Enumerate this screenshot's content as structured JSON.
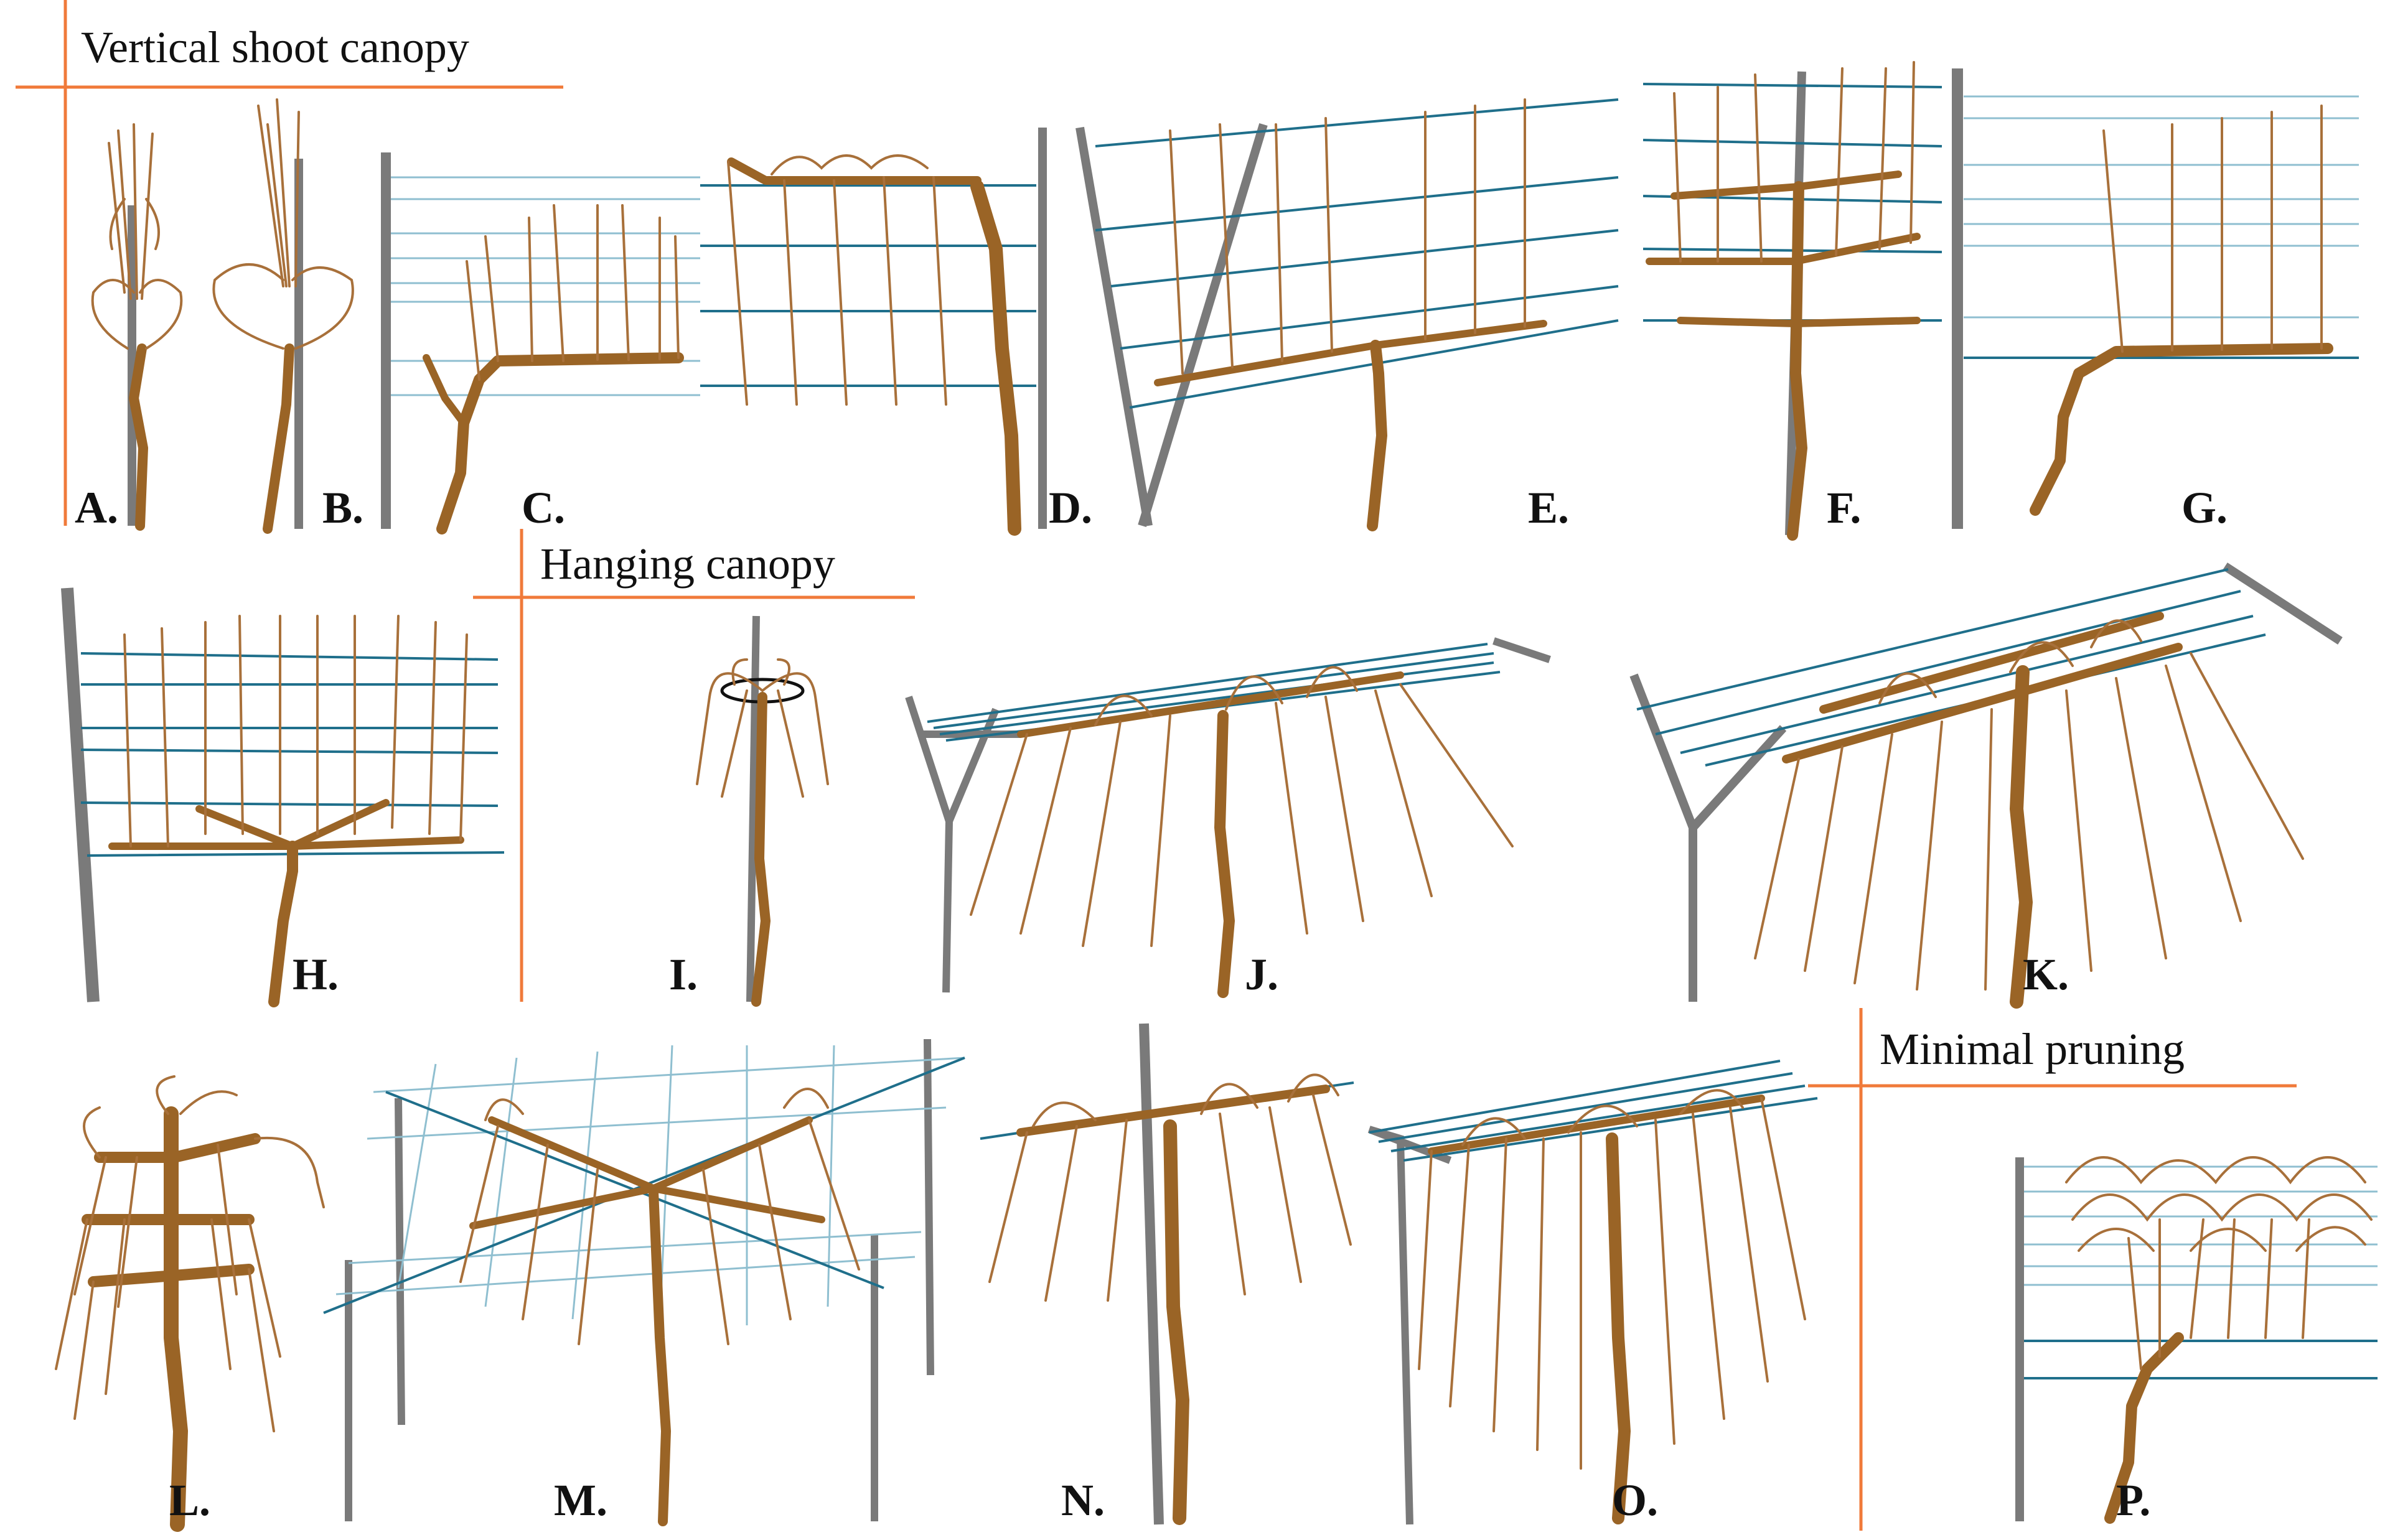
{
  "sections": {
    "vertical": "Vertical shoot canopy",
    "hanging": "Hanging canopy",
    "minimal": "Minimal pruning"
  },
  "panels": {
    "A": "A.",
    "B": "B.",
    "C": "C.",
    "D": "D.",
    "E": "E.",
    "F": "F.",
    "G": "G.",
    "H": "H.",
    "I": "I.",
    "J": "J.",
    "K": "K.",
    "L": "L.",
    "M": "M.",
    "N": "N.",
    "O": "O.",
    "P": "P."
  },
  "colors": {
    "accent_divider": "#f07a3a",
    "post": "#7a7a7a",
    "wire": "#1f6f8b",
    "wire_light": "#8fbfd0",
    "vine": "#9a6426"
  }
}
